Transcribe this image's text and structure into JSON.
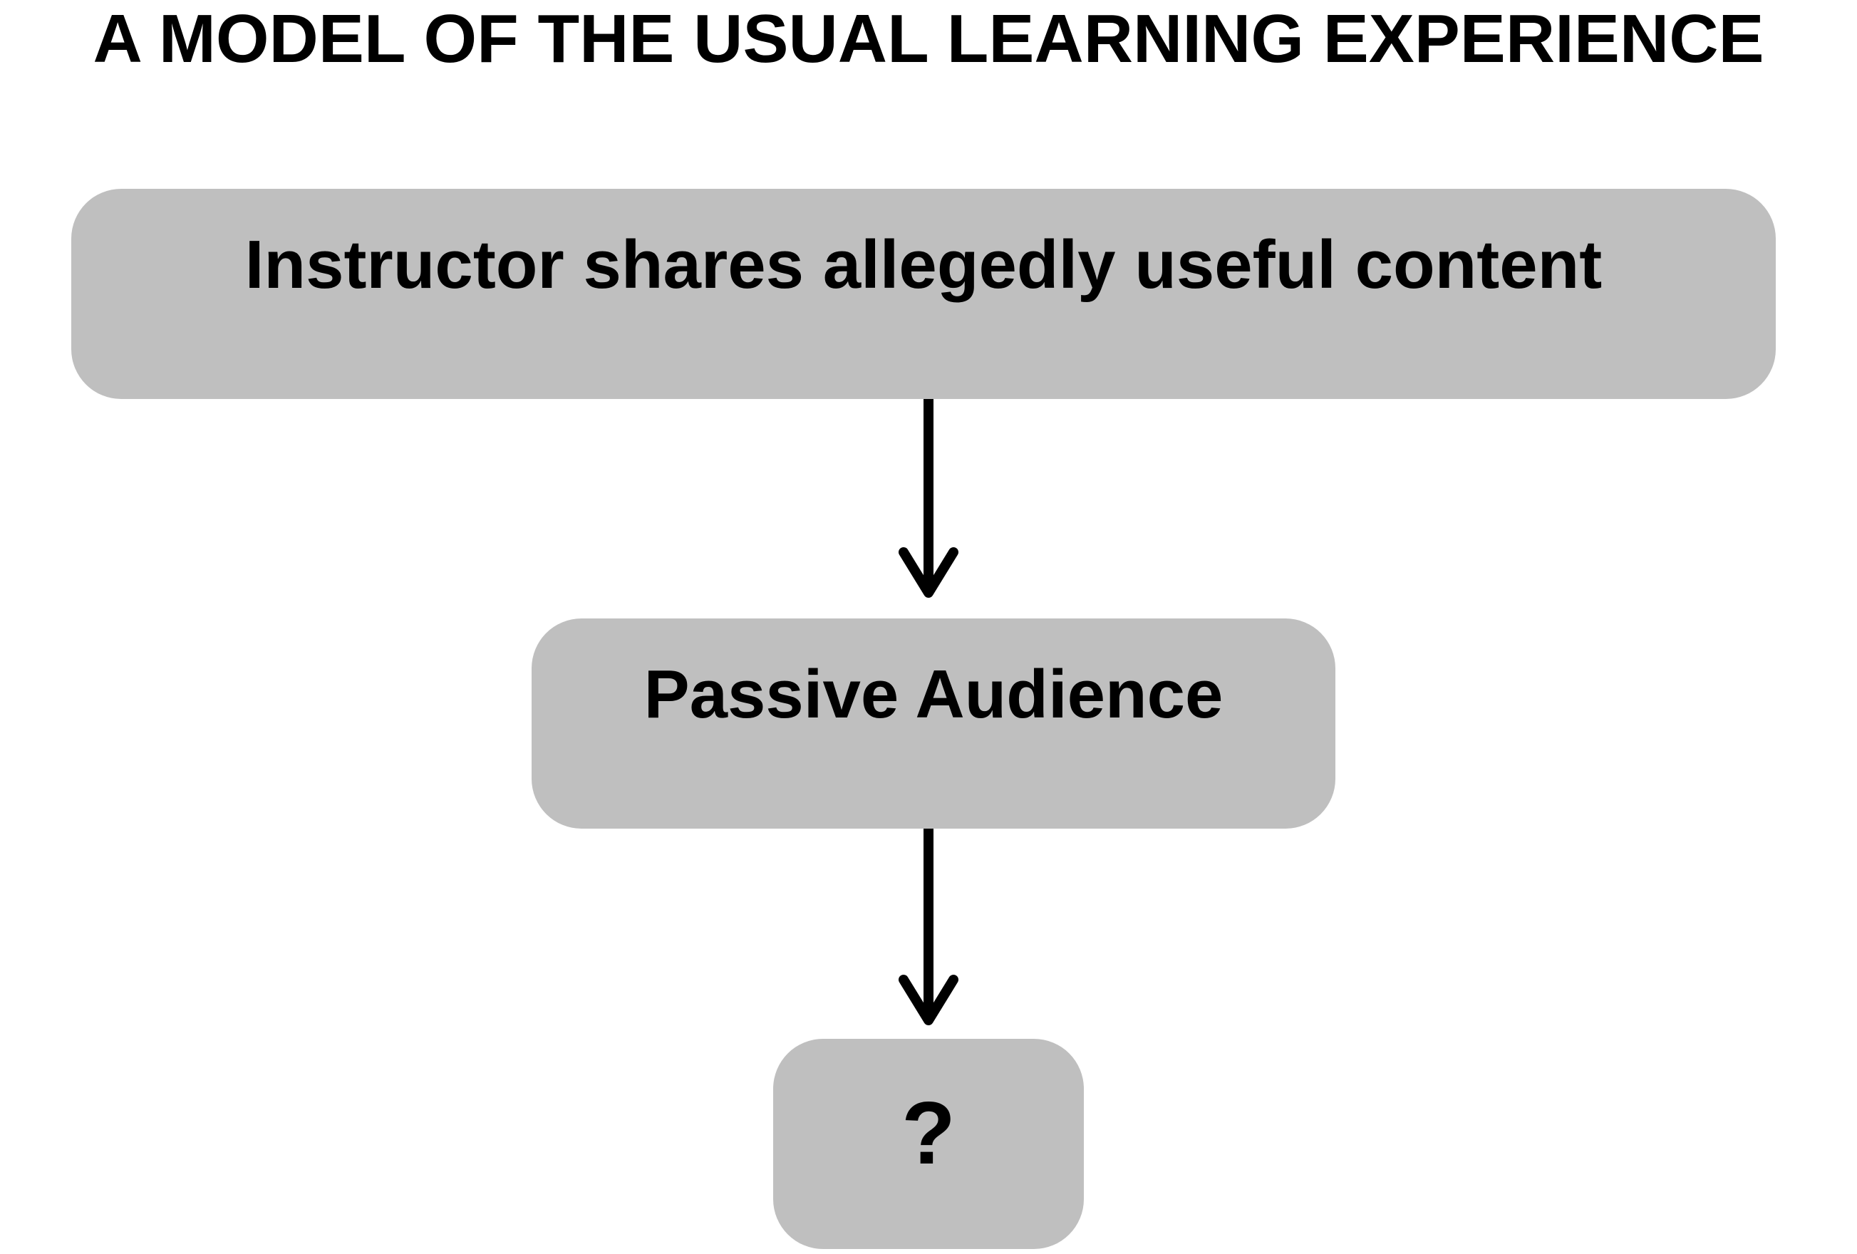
{
  "diagram": {
    "title": "A MODEL OF THE USUAL LEARNING EXPERIENCE",
    "nodes": [
      {
        "id": "instructor",
        "label": "Instructor shares allegedly useful content"
      },
      {
        "id": "audience",
        "label": "Passive Audience"
      },
      {
        "id": "outcome",
        "label": "?"
      }
    ],
    "edges": [
      {
        "from": "instructor",
        "to": "audience"
      },
      {
        "from": "audience",
        "to": "outcome"
      }
    ],
    "colors": {
      "node_fill": "#bfbfbf",
      "text": "#000000",
      "arrow": "#000000",
      "background": "#ffffff"
    }
  }
}
